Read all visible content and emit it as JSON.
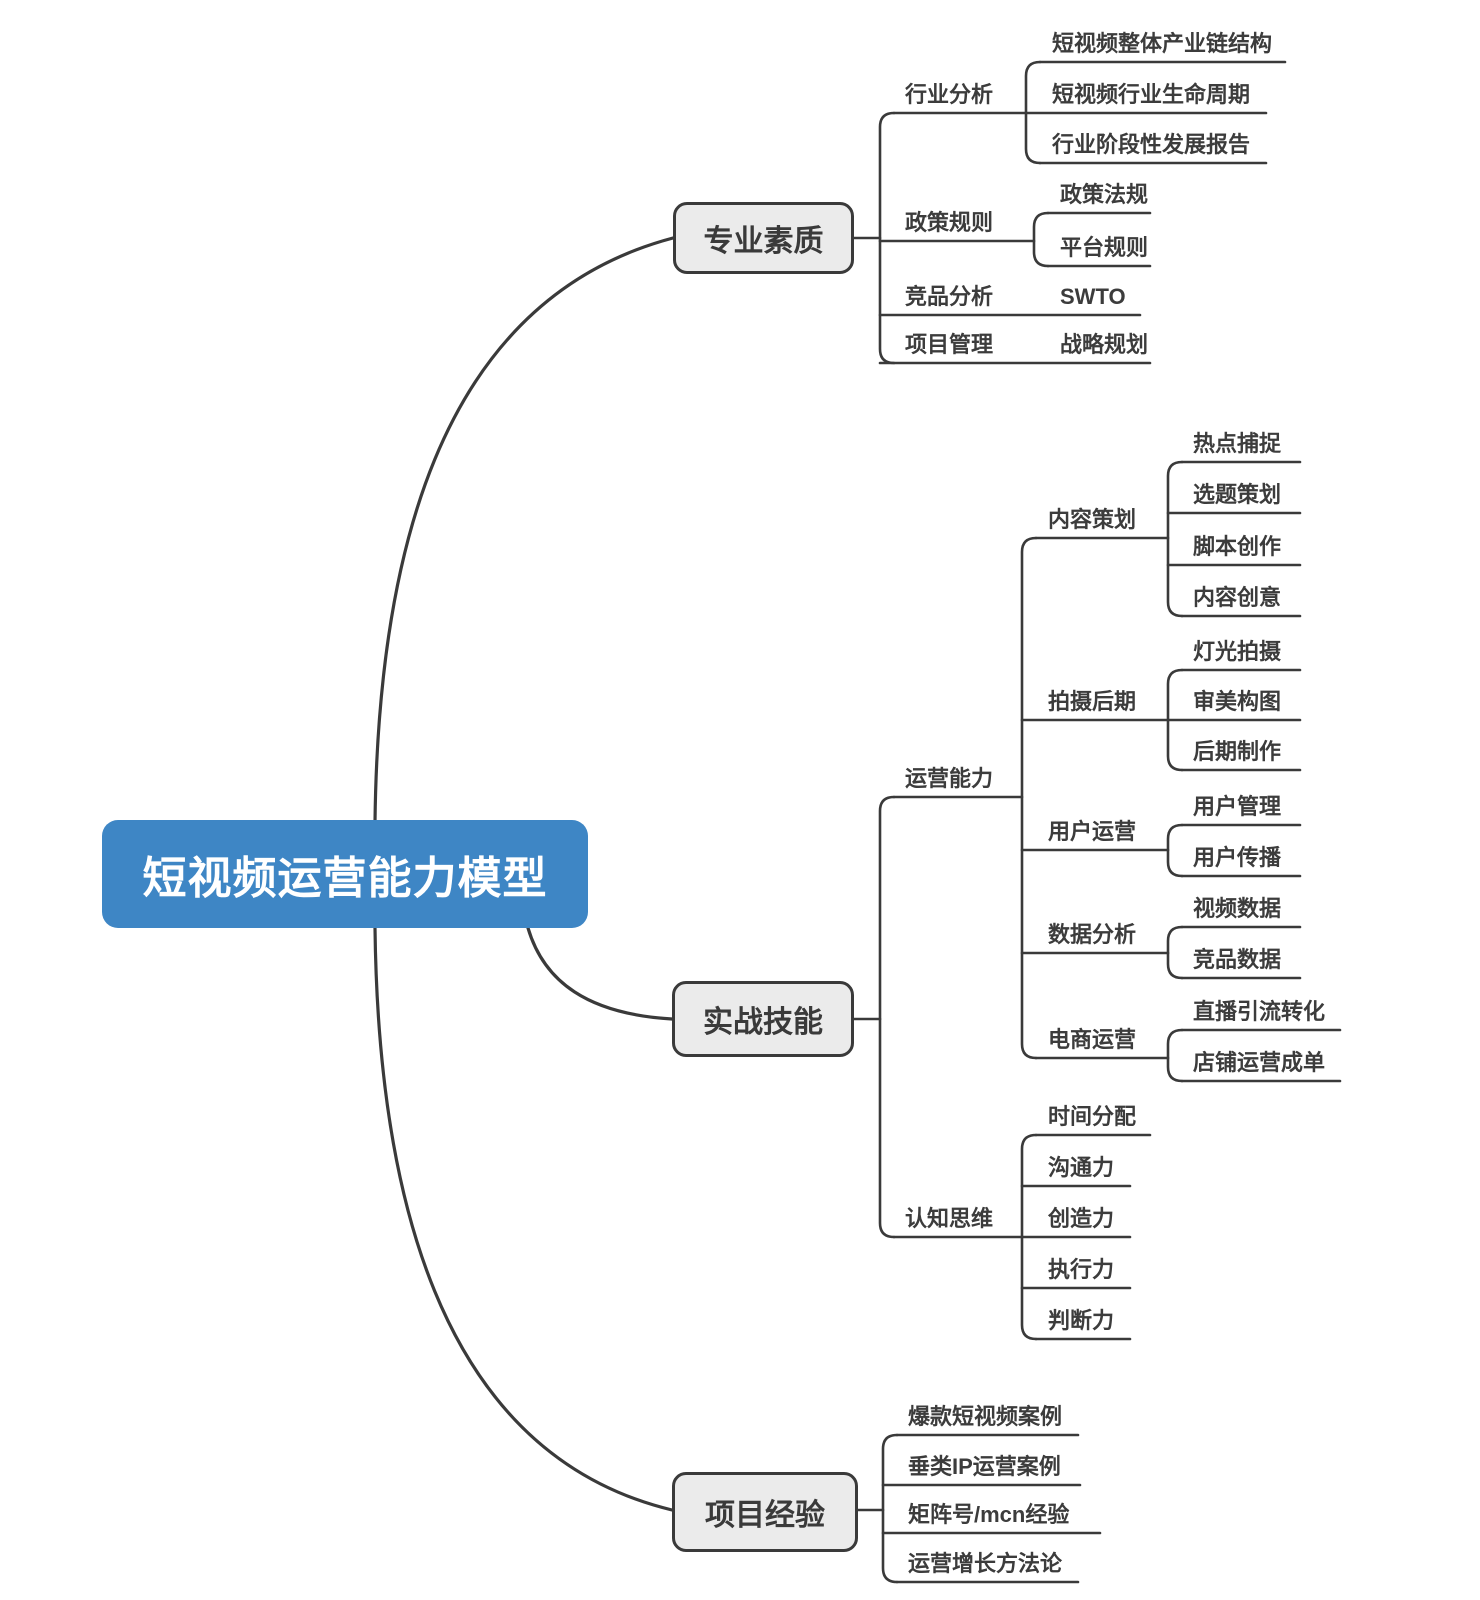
{
  "colors": {
    "root_bg": "#3e86c5",
    "root_text": "#ffffff",
    "branch_bg": "#ebebeb",
    "branch_border": "#3a3a3a",
    "line": "#3a3a3a",
    "text": "#3c3c3c"
  },
  "root": {
    "label": "短视频运营能力模型"
  },
  "branches": [
    {
      "label": "专业素质",
      "children": [
        {
          "label": "行业分析",
          "children": [
            {
              "label": "短视频整体产业链结构"
            },
            {
              "label": "短视频行业生命周期"
            },
            {
              "label": "行业阶段性发展报告"
            }
          ]
        },
        {
          "label": "政策规则",
          "children": [
            {
              "label": "政策法规"
            },
            {
              "label": "平台规则"
            }
          ]
        },
        {
          "label": "竞品分析",
          "children": [
            {
              "label": "SWTO"
            }
          ]
        },
        {
          "label": "项目管理",
          "children": [
            {
              "label": "战略规划"
            }
          ]
        }
      ]
    },
    {
      "label": "实战技能",
      "children": [
        {
          "label": "运营能力",
          "children": [
            {
              "label": "内容策划",
              "children": [
                {
                  "label": "热点捕捉"
                },
                {
                  "label": "选题策划"
                },
                {
                  "label": "脚本创作"
                },
                {
                  "label": "内容创意"
                }
              ]
            },
            {
              "label": "拍摄后期",
              "children": [
                {
                  "label": "灯光拍摄"
                },
                {
                  "label": "审美构图"
                },
                {
                  "label": "后期制作"
                }
              ]
            },
            {
              "label": "用户运营",
              "children": [
                {
                  "label": "用户管理"
                },
                {
                  "label": "用户传播"
                }
              ]
            },
            {
              "label": "数据分析",
              "children": [
                {
                  "label": "视频数据"
                },
                {
                  "label": "竞品数据"
                }
              ]
            },
            {
              "label": "电商运营",
              "children": [
                {
                  "label": "直播引流转化"
                },
                {
                  "label": "店铺运营成单"
                }
              ]
            }
          ]
        },
        {
          "label": "认知思维",
          "children": [
            {
              "label": "时间分配"
            },
            {
              "label": "沟通力"
            },
            {
              "label": "创造力"
            },
            {
              "label": "执行力"
            },
            {
              "label": "判断力"
            }
          ]
        }
      ]
    },
    {
      "label": "项目经验",
      "children": [
        {
          "label": "爆款短视频案例"
        },
        {
          "label": "垂类IP运营案例"
        },
        {
          "label": "矩阵号/mcn经验"
        },
        {
          "label": "运营增长方法论"
        }
      ]
    }
  ]
}
